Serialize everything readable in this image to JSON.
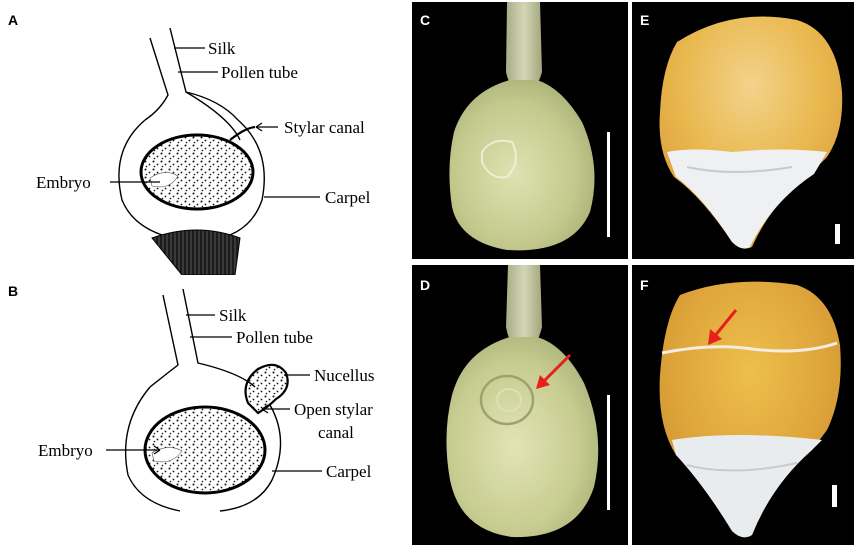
{
  "panels": {
    "A": {
      "letter": "A",
      "labels": {
        "silk": "Silk",
        "pollen_tube": "Pollen tube",
        "stylar_canal": "Stylar canal",
        "embryo": "Embryo",
        "carpel": "Carpel"
      }
    },
    "B": {
      "letter": "B",
      "labels": {
        "silk": "Silk",
        "pollen_tube": "Pollen tube",
        "nucellus": "Nucellus",
        "open_stylar_line1": "Open stylar",
        "open_stylar_line2": "canal",
        "embryo": "Embryo",
        "carpel": "Carpel"
      }
    },
    "C": {
      "letter": "C"
    },
    "D": {
      "letter": "D"
    },
    "E": {
      "letter": "E"
    },
    "F": {
      "letter": "F"
    }
  },
  "colors": {
    "photo_background": "#000000",
    "arrow": "#e8201c",
    "scale_bar": "#ffffff",
    "kernel_yellow": "#e9b23a",
    "ovary_green": "#c9cf95"
  }
}
